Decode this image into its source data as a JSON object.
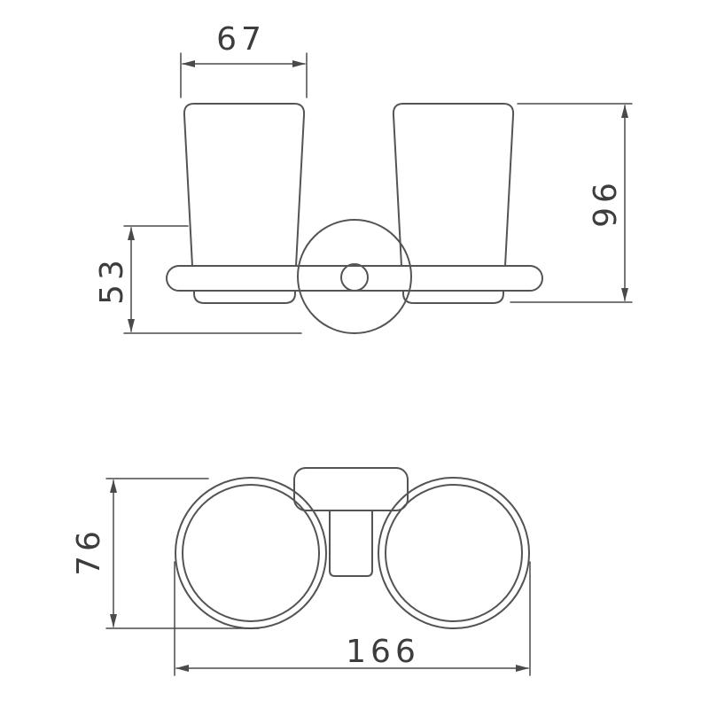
{
  "colors": {
    "line": "#545454",
    "dimension": "#4a4a4a",
    "text": "#3d3d3d",
    "background": "#ffffff"
  },
  "front_view": {
    "dim_cup_width": "67",
    "dim_holder_height": "53",
    "dim_cup_height": "96"
  },
  "top_view": {
    "dim_ring_depth": "76",
    "dim_overall_width": "166"
  }
}
